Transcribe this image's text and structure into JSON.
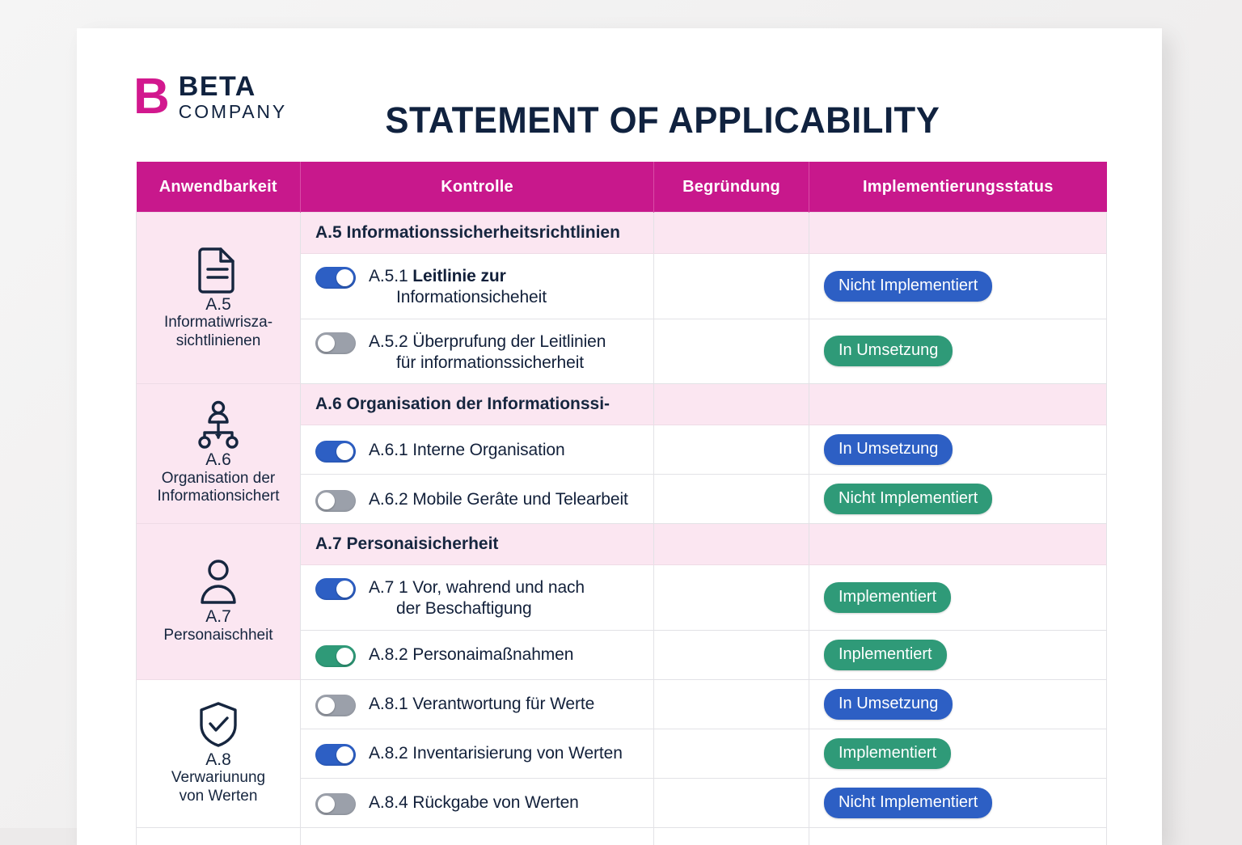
{
  "brand": {
    "logo_mark": "B",
    "name_line1": "BETA",
    "name_line2": "COMPANY"
  },
  "document": {
    "title": "STATEMENT OF APPLICABILITY"
  },
  "colors": {
    "magenta_header": "#c8188c",
    "section_band": "#fbe6f1",
    "navy_text": "#10223f",
    "badge_blue": "#2d5fc4",
    "badge_green": "#2f9a78",
    "toggle_off": "#9ba0aa",
    "page_background": "#eceaea"
  },
  "table": {
    "columns": [
      {
        "key": "applicability",
        "label": "Anwendbarkeit"
      },
      {
        "key": "control",
        "label": "Kontrolle"
      },
      {
        "key": "justification",
        "label": "Begründung"
      },
      {
        "key": "status",
        "label": "Implementierungsstatus"
      }
    ],
    "categories": [
      {
        "icon": "document-icon",
        "code": "A.5",
        "name_line1": "Informatiwrisza-",
        "name_line2": "sichtlinienen",
        "section_header": "A.5 Informationssicherheitsrichtlinien",
        "rows": [
          {
            "toggle": "on-blue",
            "number": "A.5.1",
            "text_line1": "Leitlinie zur",
            "text_line2": "Informationsicheheit",
            "bold_first": true,
            "justification": "",
            "status": "Nicht Implementiert",
            "status_color": "blue"
          },
          {
            "toggle": "off",
            "number": "A.5.2",
            "text_line1": "Überprufung der Leitlinien",
            "text_line2": "für informationssicherheit",
            "bold_first": false,
            "justification": "",
            "status": "In Umsetzung",
            "status_color": "green"
          }
        ]
      },
      {
        "icon": "org-chart-icon",
        "code": "A.6",
        "name_line1": "Organisation der",
        "name_line2": "Informationsichert",
        "section_header": "A.6 Organisation der Informationssi-",
        "rows": [
          {
            "toggle": "on-blue",
            "number": "A.6.1",
            "text_line1": "Interne Organisation",
            "text_line2": "",
            "bold_first": false,
            "justification": "",
            "status": "In Umsetzung",
            "status_color": "blue"
          },
          {
            "toggle": "off",
            "number": "A.6.2",
            "text_line1": "Mobile Gerâte und Telearbeit",
            "text_line2": "",
            "bold_first": false,
            "justification": "",
            "status": "Nicht Implementiert",
            "status_color": "green"
          }
        ]
      },
      {
        "icon": "person-icon",
        "code": "A.7",
        "name_line1": "Personaischheit",
        "name_line2": "",
        "section_header": "A.7 Personaisicherheit",
        "rows": [
          {
            "toggle": "on-blue",
            "number": "A.7 1",
            "text_line1": "Vor, wahrend und nach",
            "text_line2": "der Beschaftigung",
            "bold_first": false,
            "justification": "",
            "status": "Implementiert",
            "status_color": "green"
          },
          {
            "toggle": "on-green",
            "number": "A.8.2",
            "text_line1": "Personaimaßnahmen",
            "text_line2": "",
            "bold_first": false,
            "justification": "",
            "status": "Inplementiert",
            "status_color": "green"
          }
        ]
      },
      {
        "icon": "shield-check-icon",
        "code": "A.8",
        "name_line1": "Verwariunung",
        "name_line2": "von Werten",
        "section_header": "",
        "rows": [
          {
            "toggle": "off",
            "number": "A.8.1",
            "text_line1": "Verantwortung für Werte",
            "text_line2": "",
            "bold_first": false,
            "justification": "",
            "status": "In Umsetzung",
            "status_color": "blue"
          },
          {
            "toggle": "on-blue",
            "number": "A.8.2",
            "text_line1": "Inventarisierung von Werten",
            "text_line2": "",
            "bold_first": false,
            "justification": "",
            "status": "Implementiert",
            "status_color": "green"
          },
          {
            "toggle": "off",
            "number": "A.8.4",
            "text_line1": "Rückgabe von Werten",
            "text_line2": "",
            "bold_first": false,
            "justification": "",
            "status": "Nicht Implementiert",
            "status_color": "blue"
          }
        ]
      }
    ]
  }
}
